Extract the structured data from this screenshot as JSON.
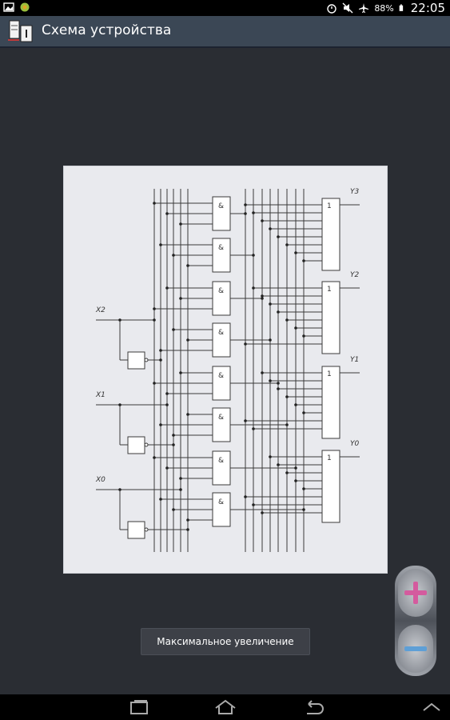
{
  "status_bar": {
    "battery": "88%",
    "time": "22:05"
  },
  "action_bar": {
    "title": "Схема устройства"
  },
  "schematic": {
    "inputs": [
      "X2",
      "X1",
      "X0"
    ],
    "outputs": [
      "Y3",
      "Y2",
      "Y1",
      "Y0"
    ],
    "and_gate_label": "&",
    "or_gate_label": "1"
  },
  "controls": {
    "max_zoom_label": "Максимальное увеличение"
  },
  "colors": {
    "zoom_in": "#d45b9e",
    "zoom_out": "#5e9fd6",
    "action_bar": "#3b4755"
  }
}
